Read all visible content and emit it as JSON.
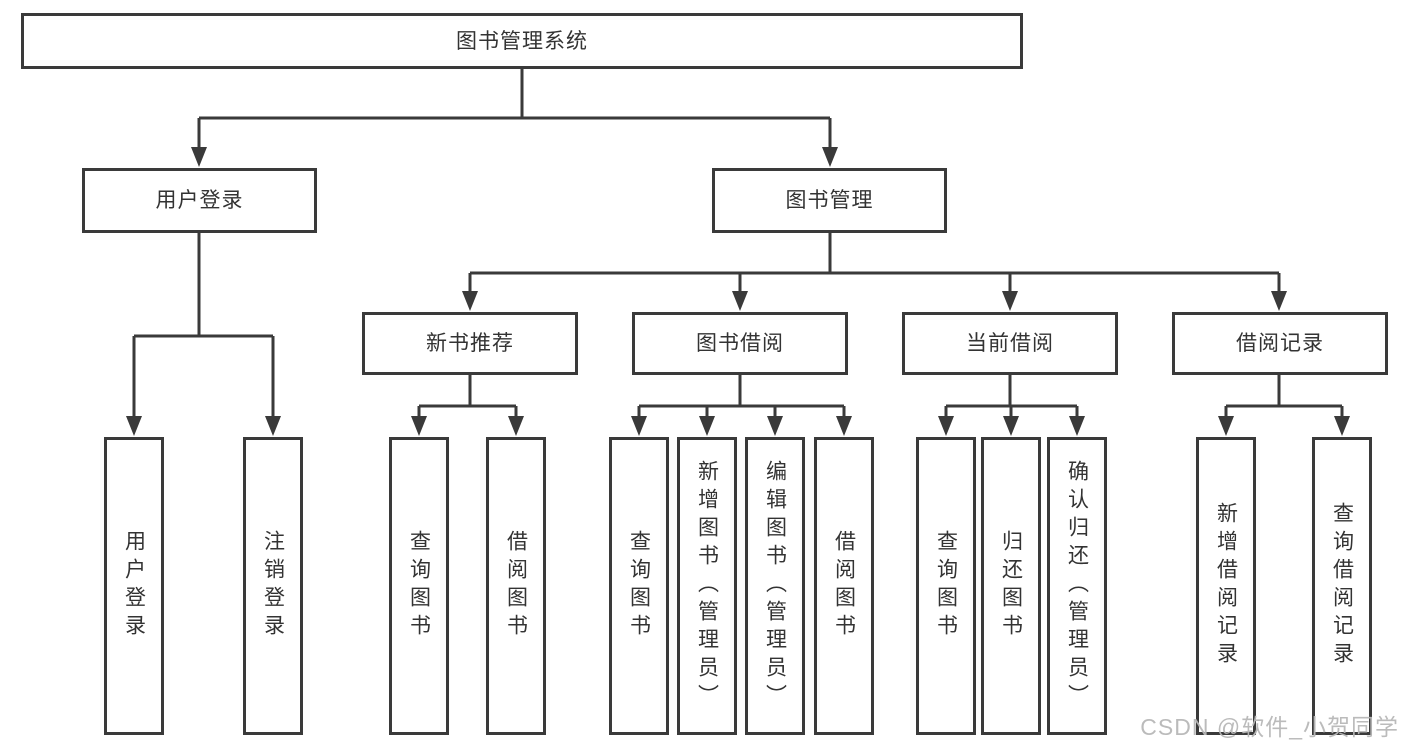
{
  "diagram": {
    "root": "图书管理系统",
    "level2": {
      "user_login": "用户登录",
      "book_management": "图书管理"
    },
    "level3": {
      "new_book_recommend": "新书推荐",
      "book_borrowing": "图书借阅",
      "current_borrowing": "当前借阅",
      "borrow_records": "借阅记录"
    },
    "leaves": {
      "login": [
        "用户登录",
        "注销登录"
      ],
      "recommend": [
        "查询图书",
        "借阅图书"
      ],
      "borrowing": [
        "查询图书",
        "新增图书（管理员）",
        "编辑图书（管理员）",
        "借阅图书"
      ],
      "current": [
        "查询图书",
        "归还图书",
        "确认归还（管理员）"
      ],
      "records": [
        "新增借阅记录",
        "查询借阅记录"
      ]
    }
  },
  "watermark": "CSDN @软件_小贺同学",
  "colors": {
    "line": "#3a3a3a",
    "text": "#333333",
    "background": "#ffffff",
    "watermark": "#b7b7b7"
  }
}
